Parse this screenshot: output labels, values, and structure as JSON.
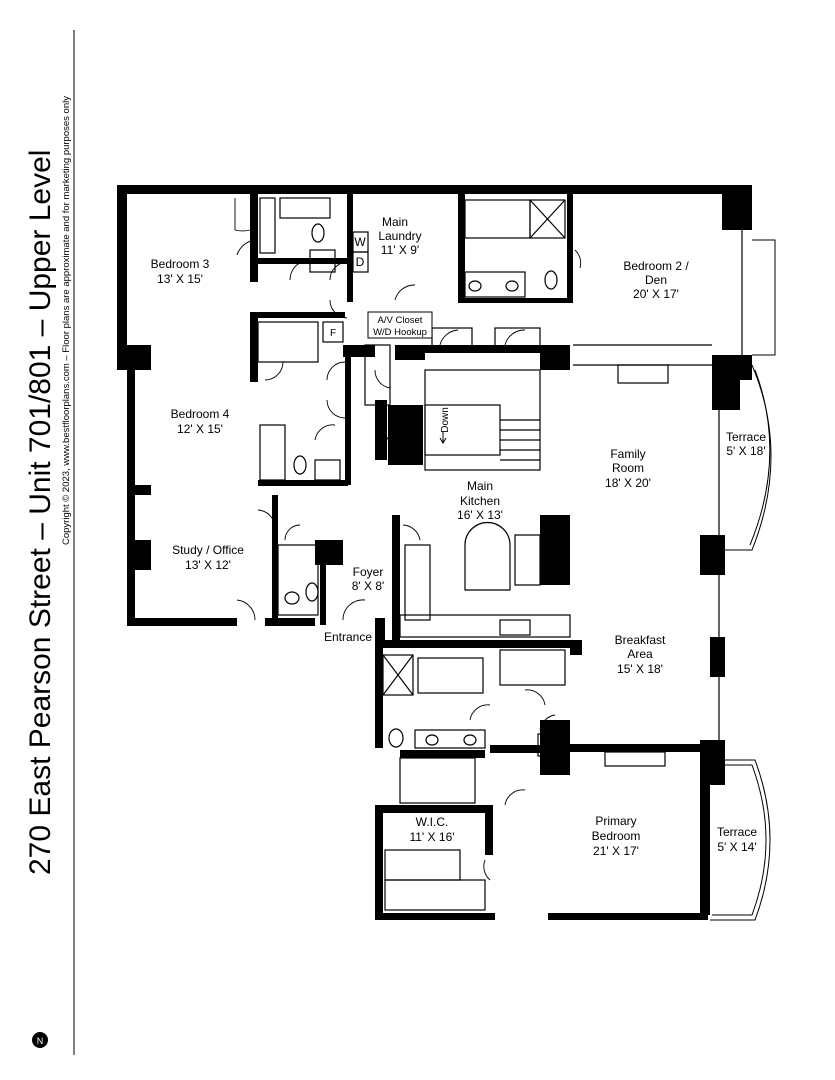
{
  "title": "270 East Pearson Street – Unit 701/801 – Upper Level",
  "copyright": "Copyright © 2023, www.bestfloorplans.com – Floor plans are approximate and for marketing purposes only",
  "compass": "N",
  "rooms": {
    "bedroom3": {
      "name": "Bedroom 3",
      "size": "13' X 15'"
    },
    "laundry": {
      "name1": "Main",
      "name2": "Laundry",
      "size": "11' X 9'"
    },
    "bedroom2": {
      "name1": "Bedroom 2 /",
      "name2": "Den",
      "size": "20' X 17'"
    },
    "av_closet": {
      "line1": "A/V Closet",
      "line2": "W/D Hookup"
    },
    "bedroom4": {
      "name": "Bedroom 4",
      "size": "12' X 15'"
    },
    "terrace_top": {
      "name": "Terrace",
      "size": "5' X 18'"
    },
    "family": {
      "name1": "Family",
      "name2": "Room",
      "size": "18' X 20'"
    },
    "kitchen": {
      "name1": "Main",
      "name2": "Kitchen",
      "size": "16' X 13'"
    },
    "study": {
      "name": "Study / Office",
      "size": "13' X 12'"
    },
    "foyer": {
      "name": "Foyer",
      "size": "8' X 8'"
    },
    "entrance": "Entrance",
    "breakfast": {
      "name1": "Breakfast",
      "name2": "Area",
      "size": "15' X 18'"
    },
    "wic": {
      "name": "W.I.C.",
      "size": "11' X 16'"
    },
    "primary": {
      "name1": "Primary",
      "name2": "Bedroom",
      "size": "21' X 17'"
    },
    "terrace_bottom": {
      "name": "Terrace",
      "size": "5' X 14'"
    },
    "stair": "Down"
  },
  "fixtures": {
    "washer": "W",
    "dryer": "D",
    "fridge": "F"
  }
}
